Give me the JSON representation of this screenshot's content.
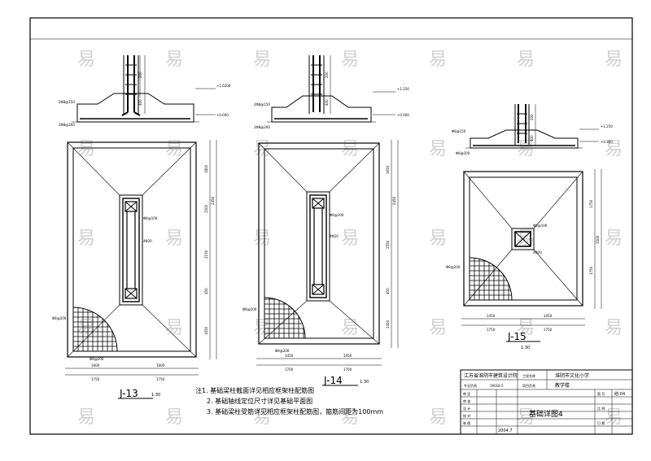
{
  "watermark": "易",
  "footings": [
    {
      "id": "J-13",
      "scale": "1:30",
      "top_dim_a": "200",
      "top_dim_b": "400",
      "section_labels": [
        "2Φ8@150",
        "+1.0200",
        "+0.000",
        "2Φ8@200"
      ],
      "plan_dims_h": [
        "1600",
        "1600",
        "1750",
        "1750"
      ],
      "plan_dims_v": [
        "1800",
        "1500",
        "2150",
        "450",
        "1650",
        "2450"
      ],
      "plan_labels": [
        "Φ8@100",
        "4Φ20",
        "Φ8@200",
        "Φ8@200"
      ]
    },
    {
      "id": "J-14",
      "scale": "1:30",
      "top_dim_a": "200",
      "top_dim_b": "400",
      "section_labels": [
        "2Φ8@150",
        "+1.250",
        "+0.000",
        "2Φ8@200"
      ],
      "plan_dims_h": [
        "1450",
        "1450",
        "1700",
        "1700"
      ],
      "plan_dims_v": [
        "1650",
        "2550",
        "450",
        "1450",
        "2450"
      ],
      "plan_labels": [
        "Φ8@100",
        "4Φ20",
        "Φ8@200",
        "Φ8@200"
      ]
    },
    {
      "id": "J-15",
      "scale": "1:30",
      "top_dim_a": "200",
      "top_dim_b": "400",
      "section_labels": [
        "Φ8@150",
        "+1.250",
        "+0.300",
        "Φ8@200"
      ],
      "plan_dims_h": [
        "1450",
        "1450",
        "1750",
        "1750"
      ],
      "plan_dims_v": [
        "1750",
        "1750",
        "3500"
      ],
      "plan_labels": [
        "Φ8@100",
        "4Φ20",
        "Φ8@200"
      ]
    }
  ],
  "notes": [
    "注1. 基础梁柱截面详见相应框架柱配筋图",
    "2. 基础轴线定位尺寸详见基础平面图",
    "3. 基础梁柱受筋详见相应框架柱配筋图，箍筋间距为100mm"
  ],
  "title_block": {
    "institute": "江苏省淮阴市建筑设计院",
    "project": "淮阴市文化小学",
    "building": "教学楼",
    "drawing_title": "基础详图4",
    "drawing_no": "结-04",
    "project_no": "19018.5",
    "date": "2004.7",
    "row_labels": [
      "审 定",
      "审 核",
      "设 计",
      "校 对",
      "制 图"
    ],
    "col_labels": [
      "工程名称",
      "项目负责",
      "专业负责",
      "图 号",
      "比 例",
      "日 期"
    ]
  }
}
